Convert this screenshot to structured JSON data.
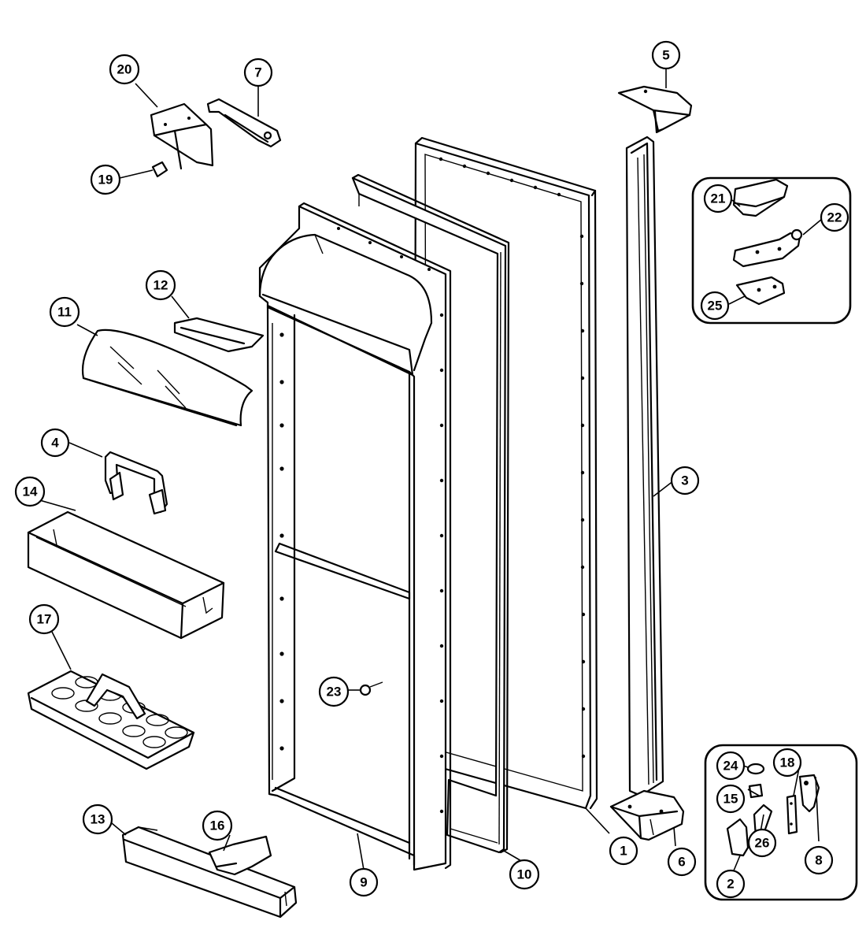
{
  "callouts": [
    {
      "id": "c1",
      "label": "1"
    },
    {
      "id": "c2",
      "label": "2"
    },
    {
      "id": "c3",
      "label": "3"
    },
    {
      "id": "c4",
      "label": "4"
    },
    {
      "id": "c5",
      "label": "5"
    },
    {
      "id": "c6",
      "label": "6"
    },
    {
      "id": "c7",
      "label": "7"
    },
    {
      "id": "c8",
      "label": "8"
    },
    {
      "id": "c9",
      "label": "9"
    },
    {
      "id": "c10",
      "label": "10"
    },
    {
      "id": "c11",
      "label": "11"
    },
    {
      "id": "c12",
      "label": "12"
    },
    {
      "id": "c13",
      "label": "13"
    },
    {
      "id": "c14",
      "label": "14"
    },
    {
      "id": "c15",
      "label": "15"
    },
    {
      "id": "c16",
      "label": "16"
    },
    {
      "id": "c17",
      "label": "17"
    },
    {
      "id": "c18",
      "label": "18"
    },
    {
      "id": "c19",
      "label": "19"
    },
    {
      "id": "c20",
      "label": "20"
    },
    {
      "id": "c21",
      "label": "21"
    },
    {
      "id": "c22",
      "label": "22"
    },
    {
      "id": "c23",
      "label": "23"
    },
    {
      "id": "c24",
      "label": "24"
    },
    {
      "id": "c25",
      "label": "25"
    },
    {
      "id": "c26",
      "label": "26"
    }
  ],
  "colors": {
    "line": "#000000",
    "background": "#ffffff"
  }
}
